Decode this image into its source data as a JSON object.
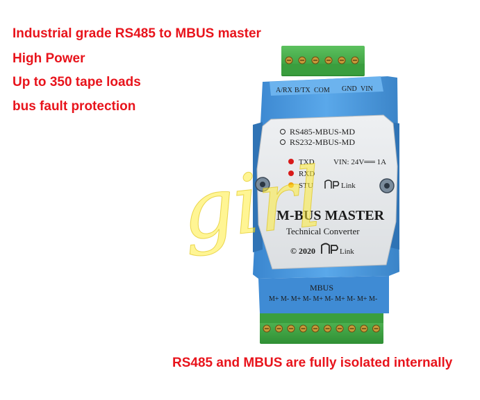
{
  "features": [
    "Industrial grade RS485 to MBUS master",
    "High Power",
    "Up to 350 tape loads",
    "bus fault protection"
  ],
  "footer": "RS485 and MBUS are fully isolated internally",
  "device": {
    "top_terminal_labels": [
      "A/RX",
      "B/TX",
      "COM",
      "GND",
      "VIN"
    ],
    "models": [
      "RS485-MBUS-MD",
      "RS232-MBUS-MD"
    ],
    "leds": [
      "TXD",
      "RXD",
      "STU"
    ],
    "power_spec": "VIN: 24V══ 1A",
    "brand_link": "Link",
    "title": "M-BUS MASTER",
    "subtitle": "Technical Converter",
    "copyright": "© 2020",
    "bottom_label": "MBUS",
    "bottom_terminal_labels": "M+ M- M+ M- M+ M- M+ M- M+ M-",
    "colors": {
      "body": "#4d9be0",
      "panel": "#e8eaec",
      "terminal": "#47b34a",
      "text_red": "#e8141c",
      "led_red": "#d81a1a",
      "led_yellow": "#f2a216"
    }
  },
  "watermark": "girl"
}
